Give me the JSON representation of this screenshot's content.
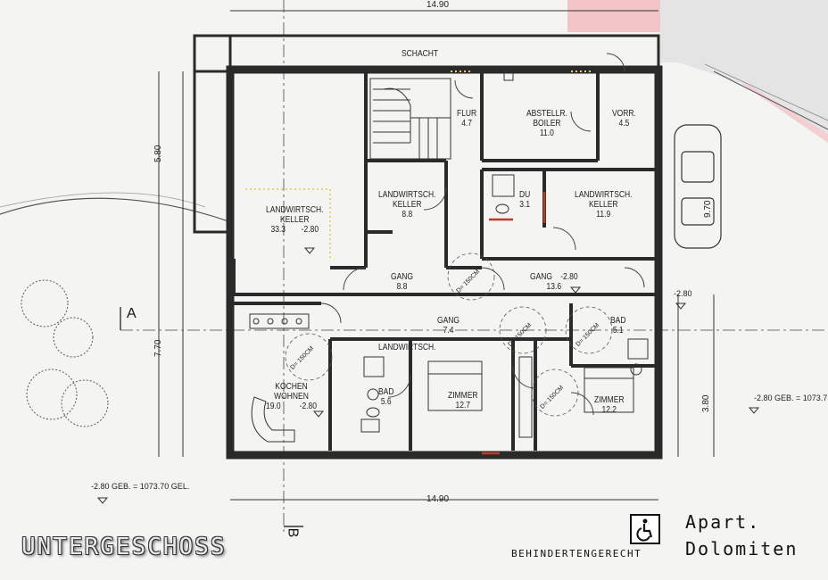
{
  "plan": {
    "title": "Untergeschoss",
    "brand_line1": "Apart.",
    "brand_line2": "Dolomiten",
    "accessibility_note": "Behindertengerecht",
    "wheelchair_icon": "wheelchair-icon",
    "section_a": "A",
    "section_b": "B",
    "dims": {
      "top_width": "14.90",
      "bottom_width": "14.90",
      "left_upper": "5.80",
      "left_lower": "7.70",
      "right_lower": "3.80",
      "car_length": "9.70"
    },
    "levels": {
      "left_ground": "-2.80 GEB. = 1073.70 GEL.",
      "right_ground": "-2.80 GEB. = 1073.7",
      "right_outside": "-2.80"
    },
    "rooms": [
      {
        "id": "schacht",
        "name": "SCHACHT",
        "area": ""
      },
      {
        "id": "keller-large",
        "name": "LANDWIRTSCH.\nKELLER",
        "area": "33.3",
        "level": "-2.80"
      },
      {
        "id": "flur",
        "name": "FLUR",
        "area": "4.7"
      },
      {
        "id": "abstellr",
        "name": "ABSTELLR.\nBOILER",
        "area": "11.0"
      },
      {
        "id": "vorr",
        "name": "VORR.",
        "area": "4.5"
      },
      {
        "id": "keller-mid",
        "name": "LANDWIRTSCH.\nKELLER",
        "area": "8.8"
      },
      {
        "id": "du",
        "name": "DU",
        "area": "3.1"
      },
      {
        "id": "keller-right",
        "name": "LANDWIRTSCH.\nKELLER",
        "area": "11.9"
      },
      {
        "id": "gang-1",
        "name": "GANG",
        "area": "8.8"
      },
      {
        "id": "gang-2",
        "name": "GANG",
        "area": "13.6",
        "level": "-2.80"
      },
      {
        "id": "gang-3",
        "name": "GANG",
        "area": "7.4"
      },
      {
        "id": "bad-right",
        "name": "BAD",
        "area": "5.1"
      },
      {
        "id": "kochen",
        "name": "KOCHEN\nWOHNEN",
        "area": "19.0",
        "level": "-2.80"
      },
      {
        "id": "bad-left",
        "name": "BAD",
        "area": "5.6"
      },
      {
        "id": "zimmer-1",
        "name": "ZIMMER",
        "area": "12.7"
      },
      {
        "id": "zimmer-2",
        "name": "ZIMMER",
        "area": "12.2"
      },
      {
        "id": "landwirtsch-balcony",
        "name": "LANDWIRTSCH.",
        "area": ""
      }
    ],
    "turning_circle": "D= 150CM",
    "colors": {
      "wall": "#2a2a2a",
      "paper": "#f4f4f3",
      "pink": "#f2c6c8",
      "yellow_dots": "#e8d27a",
      "red_accent": "#c0392b"
    }
  }
}
